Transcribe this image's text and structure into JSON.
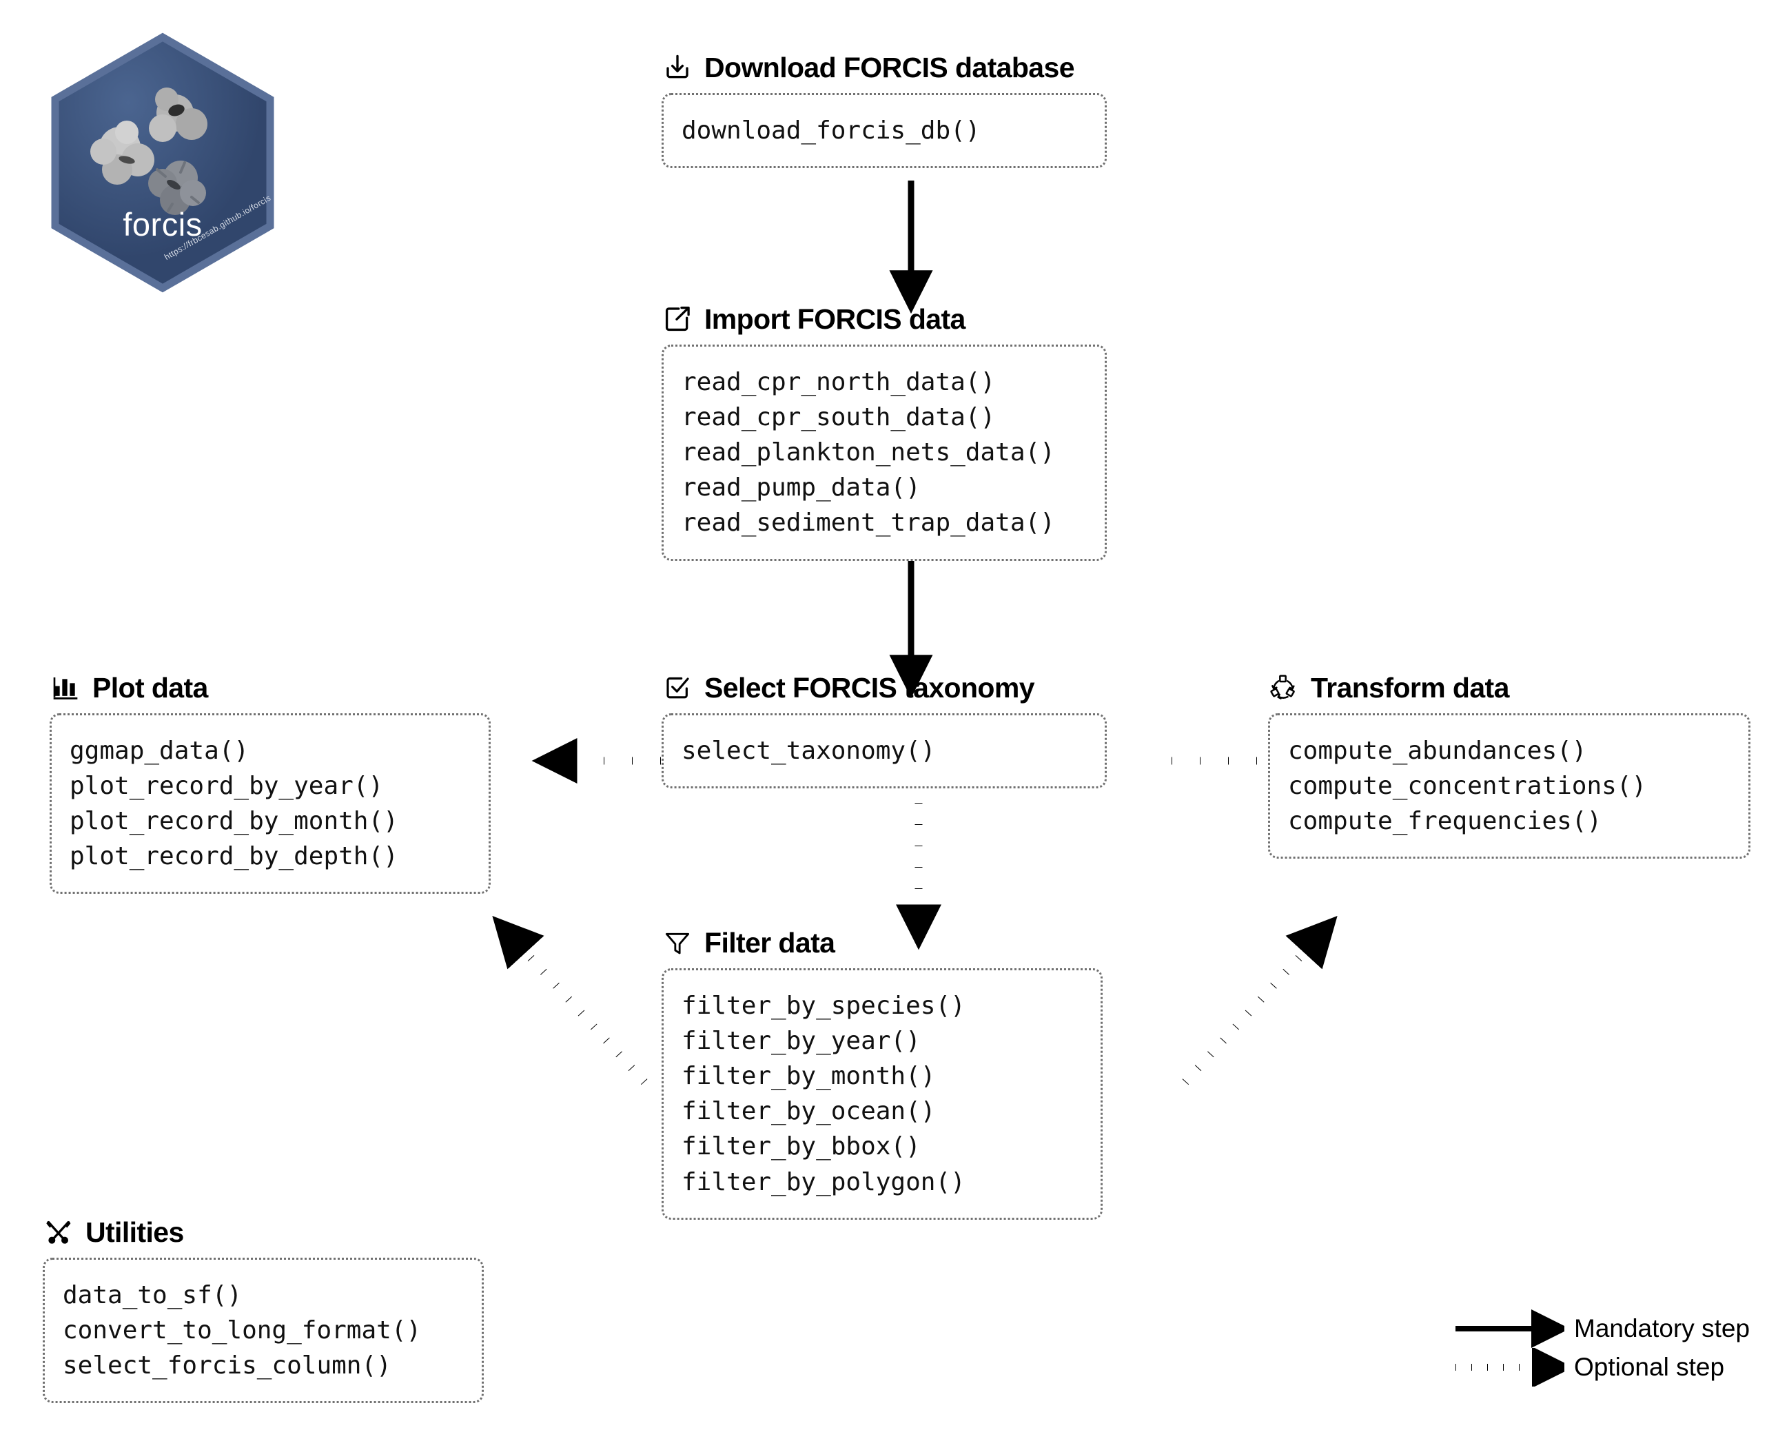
{
  "logo": {
    "name": "forcis",
    "url": "https://frbcesab.github.io/forcis",
    "hex_fill": "#33496f",
    "hex_border": "#5a7099",
    "label_color": "#ffffff"
  },
  "nodes": [
    {
      "id": "download",
      "icon": "download-icon",
      "title": "Download FORCIS database",
      "functions": [
        "download_forcis_db()"
      ]
    },
    {
      "id": "import",
      "icon": "import-icon",
      "title": "Import FORCIS data",
      "functions": [
        "read_cpr_north_data()",
        "read_cpr_south_data()",
        "read_plankton_nets_data()",
        "read_pump_data()",
        "read_sediment_trap_data()"
      ]
    },
    {
      "id": "plot",
      "icon": "bar-chart-icon",
      "title": "Plot data",
      "functions": [
        "ggmap_data()",
        "plot_record_by_year()",
        "plot_record_by_month()",
        "plot_record_by_depth()"
      ]
    },
    {
      "id": "taxonomy",
      "icon": "checkbox-checked-icon",
      "title": "Select FORCIS taxonomy",
      "functions": [
        "select_taxonomy()"
      ]
    },
    {
      "id": "transform",
      "icon": "recycle-cycle-icon",
      "title": "Transform data",
      "functions": [
        "compute_abundances()",
        "compute_concentrations()",
        "compute_frequencies()"
      ]
    },
    {
      "id": "filter",
      "icon": "funnel-icon",
      "title": "Filter data",
      "functions": [
        "filter_by_species()",
        "filter_by_year()",
        "filter_by_month()",
        "filter_by_ocean()",
        "filter_by_bbox()",
        "filter_by_polygon()"
      ]
    },
    {
      "id": "utilities",
      "icon": "tools-icon",
      "title": "Utilities",
      "functions": [
        "data_to_sf()",
        "convert_to_long_format()",
        "select_forcis_column()"
      ]
    }
  ],
  "legend": [
    {
      "style": "solid",
      "label": "Mandatory step"
    },
    {
      "style": "dotted",
      "label": "Optional step"
    }
  ],
  "colors": {
    "arrow": "#000000",
    "box_border": "#707070",
    "text": "#000000",
    "code_text": "#111111"
  }
}
